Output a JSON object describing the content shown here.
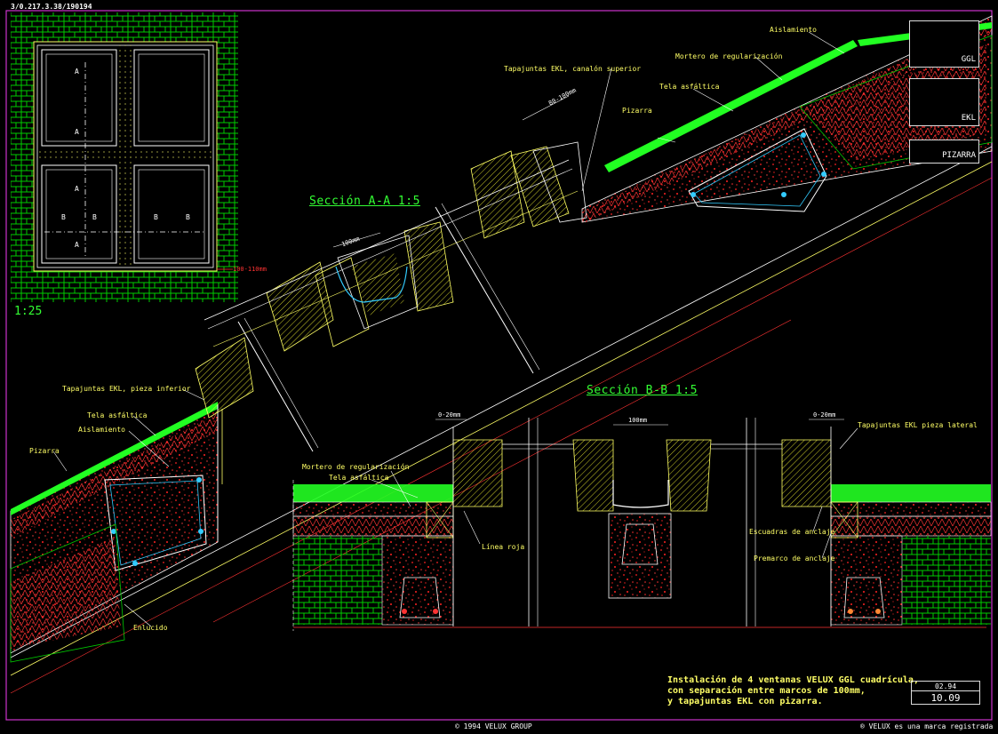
{
  "header_code": "3/0.217.3.38/190194",
  "plan_scale": "1:25",
  "plan_marks": [
    "A",
    "A",
    "A",
    "A",
    "B",
    "B",
    "B",
    "B"
  ],
  "plan_dimension": "100-110mm",
  "section_aa_title": "Sección A-A 1:5",
  "section_bb_title": "Sección B-B 1:5",
  "labels_aa": {
    "aislamiento": "Aislamiento",
    "mortero": "Mortero de regularización",
    "canalon": "Tapajuntas EKL, canalón superior",
    "tela": "Tela asfáltica",
    "pizarra": "Pizarra",
    "pieza_inferior": "Tapajuntas EKL, pieza inferior",
    "tela2": "Tela asfáltica",
    "aislamiento2": "Aislamiento",
    "pizarra2": "Pizarra",
    "enlucido": "Enlucido"
  },
  "labels_bb": {
    "mortero": "Mortero de regularización",
    "tela": "Tela asfáltica",
    "linea_roja": "Línea roja",
    "escuadras": "Escuadras de anclaje",
    "premarco": "Premarco de anclaje",
    "pieza_lateral": "Tapajuntas EKL pieza lateral"
  },
  "dimensions": {
    "aa_top": "80-100mm",
    "aa_mid": "100mm",
    "bb_left": "0-20mm",
    "bb_mid": "100mm",
    "bb_right": "0-20mm"
  },
  "legend": [
    {
      "name": "GGL",
      "color": "#ff2222"
    },
    {
      "name": "EKL",
      "color": "#ff2222"
    },
    {
      "name": "PIZARRA",
      "color": "#ff2222"
    }
  ],
  "description": [
    "Instalación de 4 ventanas VELUX GGL cuadrícula,",
    "con separación entre marcos de 100mm,",
    "y tapajuntas EKL con pizarra."
  ],
  "title_block": {
    "date": "02.94",
    "number": "10.09"
  },
  "footer_left": "© 1994 VELUX GROUP",
  "footer_right": "® VELUX es una marca registrada",
  "colors": {
    "frame": "#cc33cc",
    "brick": "#00cc00",
    "slate": "#22ff22",
    "mortar": "#ff2222",
    "wood": "#ffff33",
    "rebar": "#33ccff",
    "sheet": "#ffffff"
  }
}
